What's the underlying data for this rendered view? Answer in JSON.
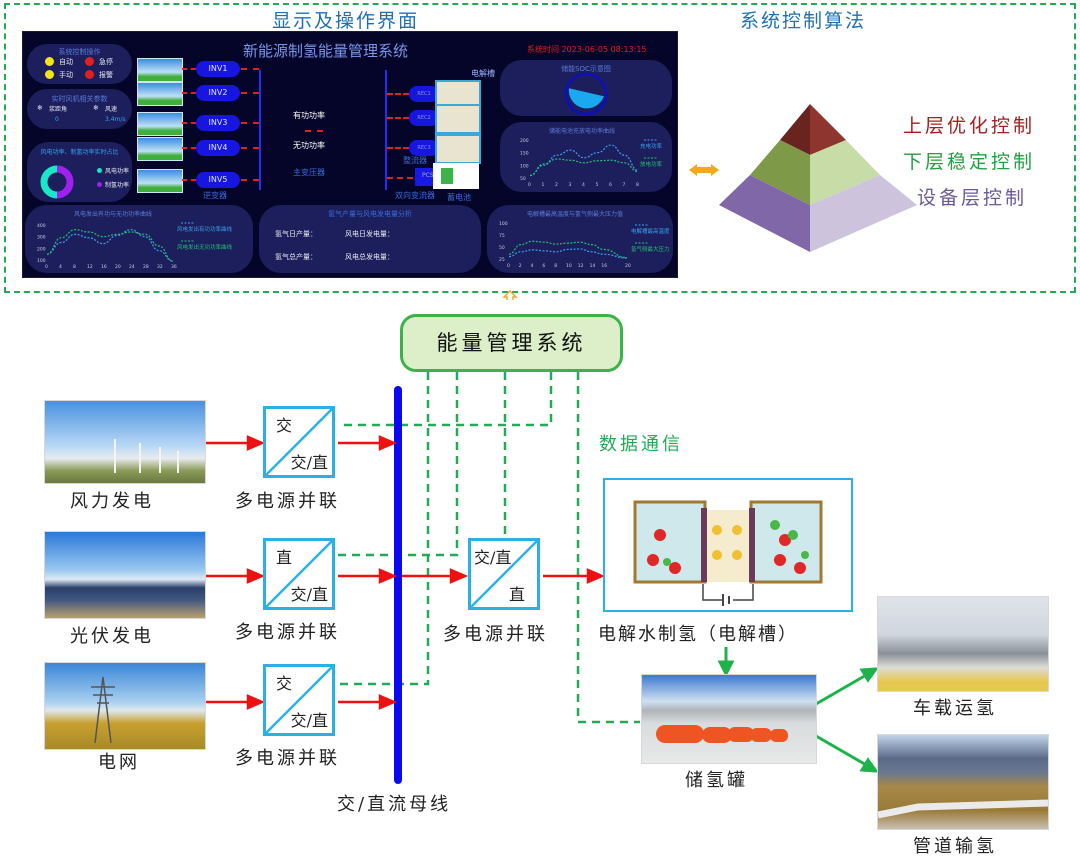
{
  "section_titles": {
    "display_ui": "显示及操作界面",
    "control_algorithm": "系统控制算法"
  },
  "dashboard": {
    "title": "新能源制氢能量管理系统",
    "system_time_label": "系统时间",
    "system_time": "2023-06-05  08:13:15",
    "control_panel": {
      "title": "系统控制操作",
      "buttons": [
        {
          "label": "自动",
          "color": "#f4e21a"
        },
        {
          "label": "急停",
          "color": "#e02020"
        },
        {
          "label": "手动",
          "color": "#f4e21a"
        },
        {
          "label": "报警",
          "color": "#e02020"
        }
      ]
    },
    "wind_params": {
      "title": "实时风机相关参数",
      "items": [
        {
          "label": "浆距角",
          "value": "0"
        },
        {
          "label": "风速",
          "value": "3.4m/s"
        }
      ]
    },
    "power_ratio": {
      "title": "风电功率、制氢功率实时占比",
      "legend": [
        {
          "label": "风电功率",
          "color": "#18e8c8"
        },
        {
          "label": "制氢功率",
          "color": "#a020f0"
        }
      ],
      "fractions": [
        0.5,
        0.5
      ]
    },
    "inverters": [
      "INV1",
      "INV2",
      "INV3",
      "INV4",
      "INV5"
    ],
    "inverter_label": "逆变器",
    "center_labels": {
      "active": "有功功率",
      "reactive": "无功功率",
      "transformer": "主变压器"
    },
    "rectifiers": [
      "REC1",
      "REC2",
      "REC3"
    ],
    "rectifier_label": "整流器",
    "pcs": "PCS",
    "pcs_label": "双向变流器",
    "electrolyzer_label": "电解槽",
    "battery_label": "蓄电池",
    "soc_panel": {
      "title": "储能SOC示意图",
      "soc_fraction": 0.55
    },
    "middle_panel": {
      "title": "氢气产量与风电发电量分析",
      "fields": [
        "氢气日产量：",
        "风电日发电量：",
        "氢气总产量：",
        "风电总发电量："
      ]
    }
  },
  "chart_data": [
    {
      "type": "line",
      "title": "风电发出有功与无功功率曲线",
      "x": [
        0,
        4,
        8,
        12,
        16,
        20,
        24,
        28,
        32,
        36
      ],
      "ylim": [
        100,
        400
      ],
      "yticks": [
        100,
        200,
        300,
        400
      ],
      "series": [
        {
          "name": "风电发出有功功率曲线",
          "color": "#3aa0f0",
          "values": [
            150,
            250,
            320,
            290,
            240,
            310,
            360,
            300,
            180,
            90
          ]
        },
        {
          "name": "风电发出无功功率曲线",
          "color": "#22c070",
          "values": [
            150,
            290,
            360,
            340,
            300,
            320,
            340,
            320,
            220,
            90
          ]
        }
      ],
      "legend": "right"
    },
    {
      "type": "line",
      "title": "储能电池充放电功率曲线",
      "x": [
        0,
        1,
        2,
        3,
        4,
        5,
        6,
        7,
        8
      ],
      "ylim": [
        50,
        200
      ],
      "yticks": [
        50,
        100,
        150,
        200
      ],
      "series": [
        {
          "name": "充电功率",
          "color": "#3aa0f0",
          "values": [
            60,
            100,
            140,
            160,
            130,
            150,
            180,
            140,
            80
          ]
        },
        {
          "name": "放电功率",
          "color": "#22c070",
          "values": [
            60,
            105,
            125,
            120,
            110,
            118,
            120,
            110,
            75
          ]
        }
      ],
      "legend": "right"
    },
    {
      "type": "line",
      "title": "电解槽最高温度与氢气侧最大压力值",
      "x": [
        0,
        2,
        4,
        6,
        8,
        10,
        12,
        14,
        16,
        20
      ],
      "ylim": [
        25,
        100
      ],
      "yticks": [
        25,
        50,
        75,
        100
      ],
      "series": [
        {
          "name": "电解槽最高温度",
          "color": "#3aa0f0",
          "values": [
            30,
            40,
            44,
            42,
            40,
            45,
            46,
            40,
            35,
            27
          ]
        },
        {
          "name": "氢气侧最大压力",
          "color": "#22c070",
          "values": [
            35,
            55,
            62,
            60,
            56,
            58,
            60,
            55,
            45,
            28
          ]
        }
      ],
      "legend": "right"
    }
  ],
  "pyramid": {
    "layers": [
      {
        "label": "上层优化控制",
        "color": "#a0201c",
        "left_color": "#6a2420",
        "right_color": "#8e3530"
      },
      {
        "label": "下层稳定控制",
        "color": "#22a040",
        "left_color": "#7e9a48",
        "right_color": "#c8dca8"
      },
      {
        "label": "设备层控制",
        "color": "#6a5898",
        "left_color": "#8068a8",
        "right_color": "#cdc3dd"
      }
    ]
  },
  "ems": {
    "label": "能量管理系统"
  },
  "data_comm_label": "数据通信",
  "sources": [
    {
      "label": "风力发电",
      "converter_top": "交",
      "converter_bottom": "交/直",
      "converter_caption": "多电源并联"
    },
    {
      "label": "光伏发电",
      "converter_top": "直",
      "converter_bottom": "交/直",
      "converter_caption": "多电源并联"
    },
    {
      "label": "电网",
      "converter_top": "交",
      "converter_bottom": "交/直",
      "converter_caption": "多电源并联"
    }
  ],
  "bus_label": "交/直流母线",
  "load_converter": {
    "top": "交/直",
    "bottom": "直",
    "caption": "多电源并联"
  },
  "electrolyzer": {
    "caption": "电解水制氢（电解槽）"
  },
  "storage": {
    "caption": "储氢罐"
  },
  "transport": [
    {
      "caption": "车载运氢"
    },
    {
      "caption": "管道输氢"
    }
  ],
  "colors": {
    "power_flow": "#ee1111",
    "data_link": "#22aa55",
    "bus": "#0a0af0",
    "converter_border": "#2bb0e4",
    "hydrogen_flow": "#1db34a"
  }
}
